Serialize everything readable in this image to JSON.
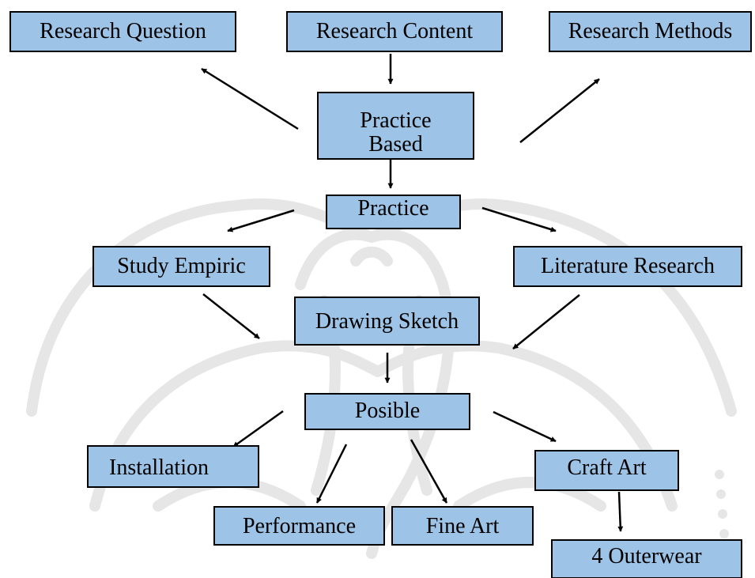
{
  "diagram": {
    "colors": {
      "box_fill": "#9dc3e6",
      "border": "#000000",
      "arrow": "#000000",
      "watermark": "#e6e6e6"
    },
    "nodes": {
      "research_question": {
        "label": "Research Question"
      },
      "research_content": {
        "label": "Research Content"
      },
      "research_methods": {
        "label": "Research Methods"
      },
      "practice_based": {
        "line1": "Practice",
        "line2": "Based"
      },
      "practice": {
        "label": "Practice"
      },
      "study_empiric": {
        "label": "Study Empiric"
      },
      "literature_research": {
        "label": "Literature Research"
      },
      "drawing_sketch": {
        "label": "Drawing Sketch"
      },
      "posible": {
        "label": "Posible"
      },
      "installation": {
        "label": "Installation"
      },
      "performance": {
        "label": "Performance"
      },
      "fine_art": {
        "label": "Fine Art"
      },
      "craft_art": {
        "label": "Craft Art"
      },
      "outerwear": {
        "label": "4 Outerwear"
      }
    },
    "edges": [
      {
        "from": "Research Content",
        "to": "Practice Based"
      },
      {
        "from": "Practice Based",
        "to": "Research Question"
      },
      {
        "from": "Practice Based",
        "to": "Research Methods"
      },
      {
        "from": "Practice Based",
        "to": "Practice"
      },
      {
        "from": "Practice",
        "to": "Study Empiric"
      },
      {
        "from": "Practice",
        "to": "Literature Research"
      },
      {
        "from": "Study Empiric",
        "to": "Drawing Sketch"
      },
      {
        "from": "Literature Research",
        "to": "Drawing Sketch"
      },
      {
        "from": "Drawing Sketch",
        "to": "Posible"
      },
      {
        "from": "Posible",
        "to": "Installation"
      },
      {
        "from": "Posible",
        "to": "Performance"
      },
      {
        "from": "Posible",
        "to": "Fine Art"
      },
      {
        "from": "Posible",
        "to": "Craft Art"
      },
      {
        "from": "Craft Art",
        "to": "4 Outerwear"
      }
    ]
  }
}
